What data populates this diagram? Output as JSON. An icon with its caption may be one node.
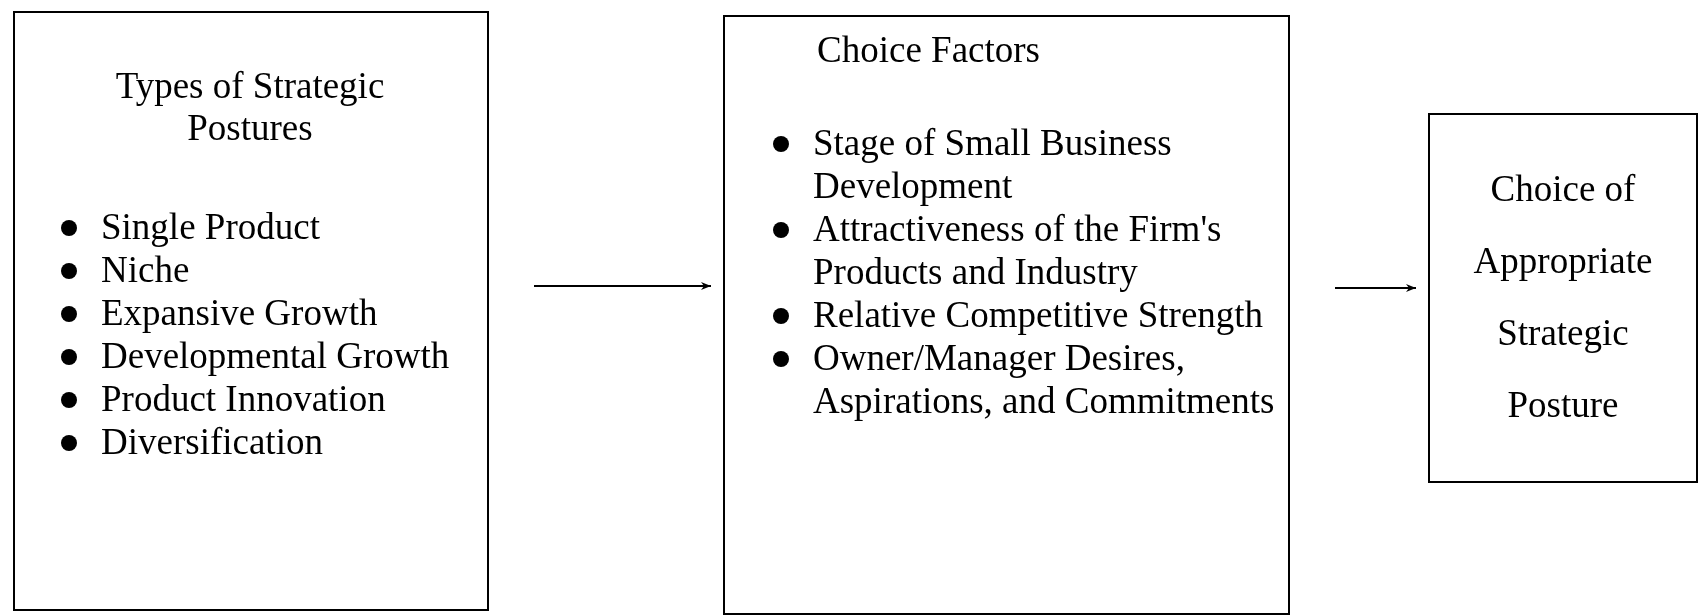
{
  "diagram": {
    "nodes": [
      {
        "text": [
          "Types of Strategic Postures",
          "Single Product",
          "Niche",
          "Expansive Growth",
          "Developmental Growth",
          "Product Innovation",
          "Diversification"
        ]
      },
      {
        "text": [
          "Choice Factors",
          "Stage of Small Business Development",
          "Attractiveness of the Firm's Products and Industry",
          "Relative Competitive Strength",
          "Owner/Manager Desires, Aspirations, and Commitments"
        ]
      },
      {
        "text": [
          "Choice of Appropriate Strategic Posture"
        ]
      }
    ],
    "edges": [
      {
        "from": 0,
        "to": 1,
        "arrow": "to"
      },
      {
        "from": 1,
        "to": 2,
        "arrow": "to"
      }
    ]
  }
}
